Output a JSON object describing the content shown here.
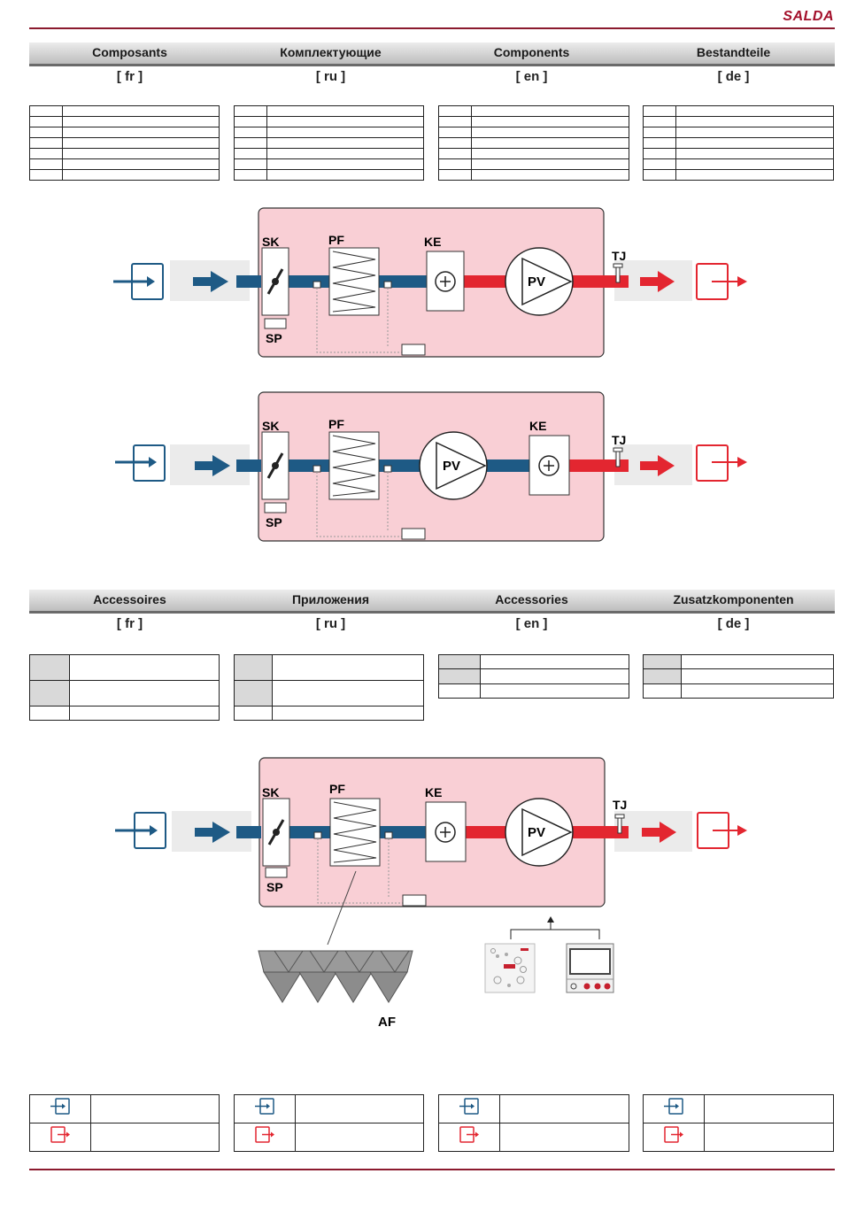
{
  "brand": "SALDA",
  "components_header": {
    "fr": "Composants",
    "ru": "Комплектующие",
    "en": "Components",
    "de": "Bestandteile"
  },
  "accessories_header": {
    "fr": "Accessoires",
    "ru": "Приложения",
    "en": "Accessories",
    "de": "Zusatzkomponenten"
  },
  "lang_codes": {
    "fr": "[ fr ]",
    "ru": "[ ru ]",
    "en": "[ en ]",
    "de": "[ de ]"
  },
  "diagram_labels": {
    "damper": "SK",
    "filter": "PF",
    "heater": "KE",
    "fan": "PV",
    "sensor": "TJ",
    "actuator": "SP",
    "accessory_filter": "AF"
  },
  "colors": {
    "supply_blue": "#1e5a85",
    "heated_red": "#e32630",
    "unit_pink": "#f9cfd5",
    "brand_red": "#a3102b"
  },
  "icons": [
    "outdoor-air-inlet-icon",
    "supply-air-outlet-icon",
    "control-panel-icon",
    "display-controller-icon"
  ]
}
